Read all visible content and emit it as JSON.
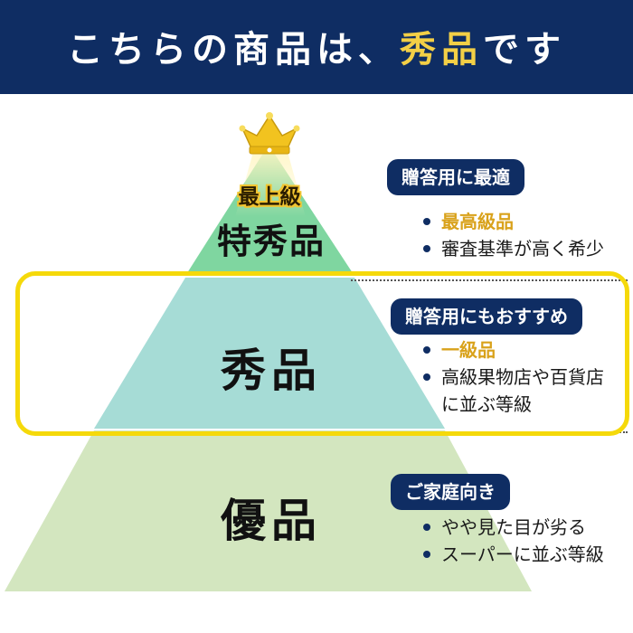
{
  "banner": {
    "title_prefix": "こちらの商品は、",
    "title_highlight": "秀品",
    "title_suffix": "です"
  },
  "pyramid": {
    "top_badge": "最上級",
    "top_label": "特秀品",
    "middle_label": "秀品",
    "bottom_label": "優品"
  },
  "tiers": [
    {
      "tag": "贈答用に最適",
      "bullets": [
        {
          "text": "最高級品",
          "emphasis": true
        },
        {
          "text": "審査基準が高く希少",
          "emphasis": false
        }
      ]
    },
    {
      "tag": "贈答用にもおすすめ",
      "bullets": [
        {
          "text": "一級品",
          "emphasis": true
        },
        {
          "text": "高級果物店や百貨店",
          "continuation": "に並ぶ等級",
          "emphasis": false
        }
      ]
    },
    {
      "tag": "ご家庭向き",
      "bullets": [
        {
          "text": "やや見た目が劣る",
          "emphasis": false
        },
        {
          "text": "スーパーに並ぶ等級",
          "emphasis": false
        }
      ]
    }
  ],
  "colors": {
    "navy": "#0f2d63",
    "gold": "#f3cf46",
    "highlight_frame": "#f5d90a",
    "tier_top": "#7fd6a0",
    "tier_middle": "#a6dcd6",
    "tier_bottom": "#d3e6bf"
  },
  "icons": {
    "crown": "crown-icon"
  }
}
